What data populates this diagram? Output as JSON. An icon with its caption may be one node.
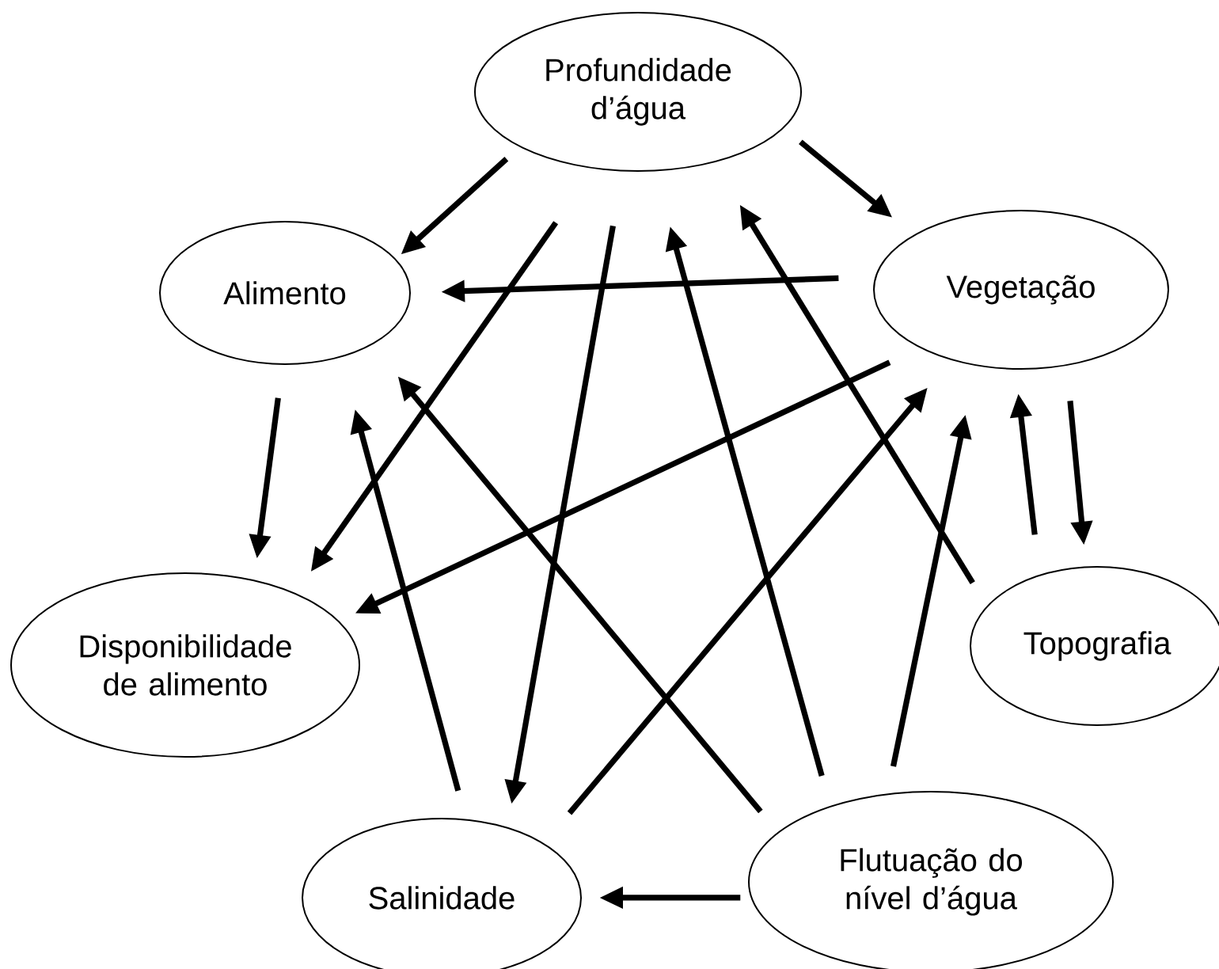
{
  "diagram": {
    "nodes": [
      {
        "text": [
          "Profundidade d’água"
        ]
      },
      {
        "text": [
          "Alimento"
        ]
      },
      {
        "text": [
          "Vegetação"
        ]
      },
      {
        "text": [
          "Disponibilidade de alimento"
        ]
      },
      {
        "text": [
          "Topografia"
        ]
      },
      {
        "text": [
          "Salinidade"
        ]
      },
      {
        "text": [
          "Flutuação do nível d’água"
        ]
      }
    ],
    "edges": [
      {
        "from": 0,
        "to": 1,
        "arrow": "to"
      },
      {
        "from": 0,
        "to": 2,
        "arrow": "to"
      },
      {
        "from": 2,
        "to": 1,
        "arrow": "to"
      },
      {
        "from": 1,
        "to": 3,
        "arrow": "to"
      },
      {
        "from": 0,
        "to": 3,
        "arrow": "to"
      },
      {
        "from": 0,
        "to": 5,
        "arrow": "to"
      },
      {
        "from": 5,
        "to": 1,
        "arrow": "to"
      },
      {
        "from": 6,
        "to": 1,
        "arrow": "to"
      },
      {
        "from": 6,
        "to": 0,
        "arrow": "to"
      },
      {
        "from": 4,
        "to": 0,
        "arrow": "to"
      },
      {
        "from": 2,
        "to": 3,
        "arrow": "to"
      },
      {
        "from": 5,
        "to": 2,
        "arrow": "to"
      },
      {
        "from": 6,
        "to": 2,
        "arrow": "to"
      },
      {
        "from": 4,
        "to": 2,
        "arrow": "to"
      },
      {
        "from": 2,
        "to": 4,
        "arrow": "to"
      },
      {
        "from": 6,
        "to": 5,
        "arrow": "to"
      }
    ]
  }
}
